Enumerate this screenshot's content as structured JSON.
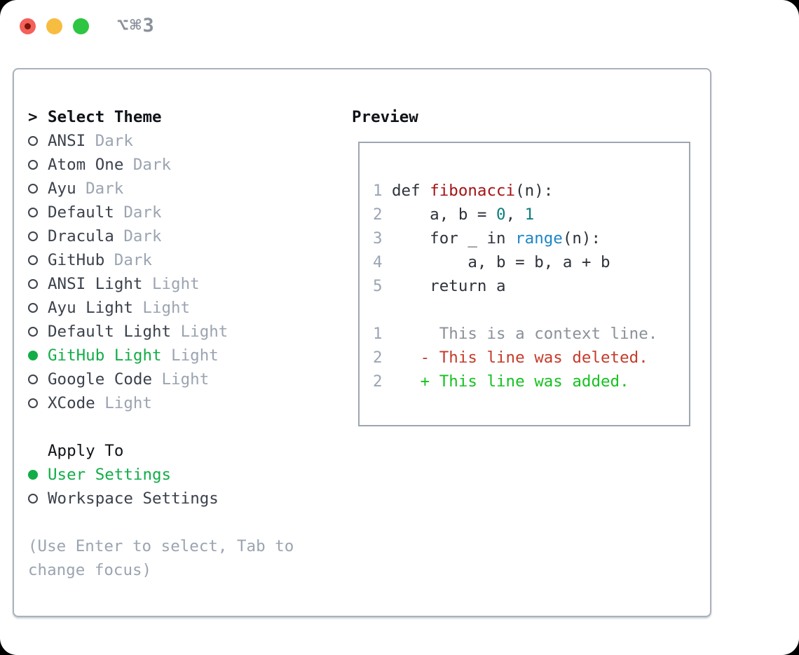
{
  "window": {
    "shortcut_title": "⌥⌘3"
  },
  "picker": {
    "prompt": ">",
    "title": "Select Theme",
    "themes": [
      {
        "name": "ANSI",
        "variant": "Dark",
        "selected": false
      },
      {
        "name": "Atom One",
        "variant": "Dark",
        "selected": false
      },
      {
        "name": "Ayu",
        "variant": "Dark",
        "selected": false
      },
      {
        "name": "Default",
        "variant": "Dark",
        "selected": false
      },
      {
        "name": "Dracula",
        "variant": "Dark",
        "selected": false
      },
      {
        "name": "GitHub",
        "variant": "Dark",
        "selected": false
      },
      {
        "name": "ANSI Light",
        "variant": "Light",
        "selected": false
      },
      {
        "name": "Ayu Light",
        "variant": "Light",
        "selected": false
      },
      {
        "name": "Default Light",
        "variant": "Light",
        "selected": false
      },
      {
        "name": "GitHub Light",
        "variant": "Light",
        "selected": true
      },
      {
        "name": "Google Code",
        "variant": "Light",
        "selected": false
      },
      {
        "name": "XCode",
        "variant": "Light",
        "selected": false
      }
    ],
    "apply_to": {
      "title": "Apply To",
      "options": [
        {
          "label": "User Settings",
          "selected": true
        },
        {
          "label": "Workspace Settings",
          "selected": false
        }
      ]
    },
    "hint_lines": [
      "(Use Enter to select, Tab to",
      "change focus)"
    ]
  },
  "preview": {
    "title": "Preview",
    "code_lines": [
      {
        "number": "1",
        "tokens": [
          {
            "t": "def ",
            "c": "plain"
          },
          {
            "t": "fibonacci",
            "c": "function"
          },
          {
            "t": "(n):",
            "c": "plain"
          }
        ]
      },
      {
        "number": "2",
        "tokens": [
          {
            "t": "    a, b = ",
            "c": "plain"
          },
          {
            "t": "0",
            "c": "number"
          },
          {
            "t": ", ",
            "c": "plain"
          },
          {
            "t": "1",
            "c": "number"
          }
        ]
      },
      {
        "number": "3",
        "tokens": [
          {
            "t": "    for _ in ",
            "c": "plain"
          },
          {
            "t": "range",
            "c": "builtin"
          },
          {
            "t": "(n):",
            "c": "plain"
          }
        ]
      },
      {
        "number": "4",
        "tokens": [
          {
            "t": "        a, b = b, a + b",
            "c": "plain"
          }
        ]
      },
      {
        "number": "5",
        "tokens": [
          {
            "t": "    return a",
            "c": "plain"
          }
        ]
      }
    ],
    "diff_lines": [
      {
        "number": "1",
        "marker": " ",
        "text": "This is a context line.",
        "type": "context"
      },
      {
        "number": "2",
        "marker": "-",
        "text": "This line was deleted.",
        "type": "deleted"
      },
      {
        "number": "2",
        "marker": "+",
        "text": "This line was added.",
        "type": "added"
      }
    ]
  },
  "colors": {
    "accent_green": "#12ad47",
    "heading_text": "#101318",
    "list_text": "#3b414c",
    "muted_text": "#9ba4b1",
    "code_text": "#2e323a",
    "line_number": "#9aa5b3",
    "syntax_function": "#a41414",
    "syntax_number": "#0d7d7d",
    "syntax_builtin": "#1c86c6",
    "diff_context": "#8b9199",
    "diff_deleted": "#c53b2a",
    "diff_added": "#15c220",
    "traffic_red": "#f4605a",
    "traffic_red_dot": "#7c150a",
    "traffic_yellow": "#f7bd40",
    "traffic_green": "#2ec542",
    "window_title": "#8b919a"
  }
}
